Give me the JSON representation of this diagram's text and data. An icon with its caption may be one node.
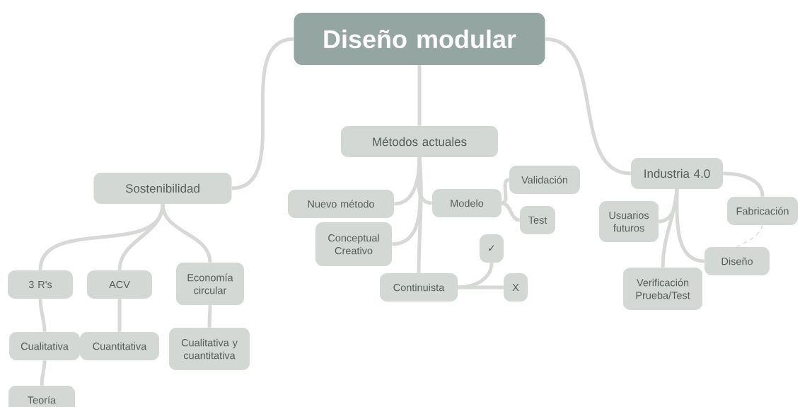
{
  "diagram": {
    "nodes": [
      {
        "text": [
          "Diseño modular"
        ]
      },
      {
        "text": [
          "Métodos actuales"
        ]
      },
      {
        "text": [
          "Sostenibilidad"
        ]
      },
      {
        "text": [
          "Industria 4.0"
        ]
      },
      {
        "text": [
          "Nuevo método"
        ]
      },
      {
        "text": [
          "Modelo"
        ]
      },
      {
        "text": [
          "Validación"
        ]
      },
      {
        "text": [
          "Test"
        ]
      },
      {
        "text": [
          "Conceptual Creativo"
        ]
      },
      {
        "text": [
          "Continuista"
        ]
      },
      {
        "text": [
          "✓"
        ]
      },
      {
        "text": [
          "X"
        ]
      },
      {
        "text": [
          "3 R's"
        ]
      },
      {
        "text": [
          "ACV"
        ]
      },
      {
        "text": [
          "Economía circular"
        ]
      },
      {
        "text": [
          "Cualitativa"
        ]
      },
      {
        "text": [
          "Cuantitativa"
        ]
      },
      {
        "text": [
          "Cualitativa y cuantitativa"
        ]
      },
      {
        "text": [
          "Teoría"
        ]
      },
      {
        "text": [
          "Usuarios futuros"
        ]
      },
      {
        "text": [
          "Fabricación"
        ]
      },
      {
        "text": [
          "Diseño"
        ]
      },
      {
        "text": [
          "Verificación Prueba/Test"
        ]
      }
    ],
    "edges": [
      {
        "from": 0,
        "to": 1,
        "arrow": "none"
      },
      {
        "from": 0,
        "to": 2,
        "arrow": "none"
      },
      {
        "from": 0,
        "to": 3,
        "arrow": "none"
      },
      {
        "from": 1,
        "to": 4,
        "arrow": "none"
      },
      {
        "from": 1,
        "to": 5,
        "arrow": "none"
      },
      {
        "from": 1,
        "to": 8,
        "arrow": "none"
      },
      {
        "from": 1,
        "to": 9,
        "arrow": "none"
      },
      {
        "from": 5,
        "to": 6,
        "arrow": "none"
      },
      {
        "from": 5,
        "to": 7,
        "arrow": "none"
      },
      {
        "from": 9,
        "to": 10,
        "arrow": "none"
      },
      {
        "from": 9,
        "to": 11,
        "arrow": "none"
      },
      {
        "from": 2,
        "to": 12,
        "arrow": "none"
      },
      {
        "from": 2,
        "to": 13,
        "arrow": "none"
      },
      {
        "from": 2,
        "to": 14,
        "arrow": "none"
      },
      {
        "from": 12,
        "to": 15,
        "arrow": "none"
      },
      {
        "from": 13,
        "to": 16,
        "arrow": "none"
      },
      {
        "from": 14,
        "to": 17,
        "arrow": "none"
      },
      {
        "from": 15,
        "to": 18,
        "arrow": "none"
      },
      {
        "from": 3,
        "to": 19,
        "arrow": "none"
      },
      {
        "from": 3,
        "to": 20,
        "arrow": "none"
      },
      {
        "from": 3,
        "to": 21,
        "arrow": "none"
      },
      {
        "from": 3,
        "to": 22,
        "arrow": "none"
      },
      {
        "from": 20,
        "to": 21,
        "arrow": "none",
        "style": "dashed"
      }
    ]
  }
}
